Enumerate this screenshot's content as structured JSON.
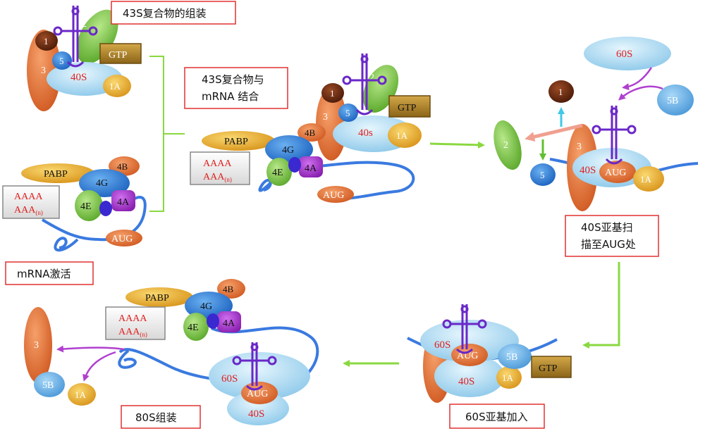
{
  "stage_labels": {
    "assembly_43s": "43S复合物的组装",
    "binding_line1": "43S复合物与",
    "binding_line2": "mRNA 结合",
    "mrna_activation": "mRNA激活",
    "scanning_line1": "40S亚基扫",
    "scanning_line2": "描至AUG处",
    "subunit_60s_join": "60S亚基加入",
    "assembly_80s": "80S组装"
  },
  "molecules": {
    "eif1": "1",
    "eif2": "2",
    "eif3": "3",
    "eif5": "5",
    "eif5b": "5B",
    "eif1a": "1A",
    "eif4g": "4G",
    "eif4e": "4E",
    "eif4a": "4A",
    "eif4b": "4B",
    "pabp": "PABP",
    "gtp": "GTP",
    "s40": "40S",
    "s40_lower": "40s",
    "s60": "60S",
    "aug": "AUG",
    "polya_line1": "AAAA",
    "polya_line2": "AAA",
    "polya_sub": "(n)"
  },
  "colors": {
    "eif3": "#e0703a",
    "eif2": "#7bbd3a",
    "eif1": "#6b2a10",
    "eif5": "#2f7fd6",
    "ribosome": "#a8d8f0",
    "eif1a": "#e8a820",
    "gtp": "#b8862a",
    "pabp": "#e8b020",
    "eif4g": "#3a8fe0",
    "eif4e": "#6ad040",
    "eif4a": "#a030c8",
    "eif4b": "#e06a28",
    "aug": "#e86a30",
    "mrna": "#3a7ae0",
    "trna": "#6a28c8",
    "label_border": "#e03030",
    "polya_text": "#e02020",
    "arrow_green": "#8ad840",
    "arrow_purple": "#b040d0"
  }
}
